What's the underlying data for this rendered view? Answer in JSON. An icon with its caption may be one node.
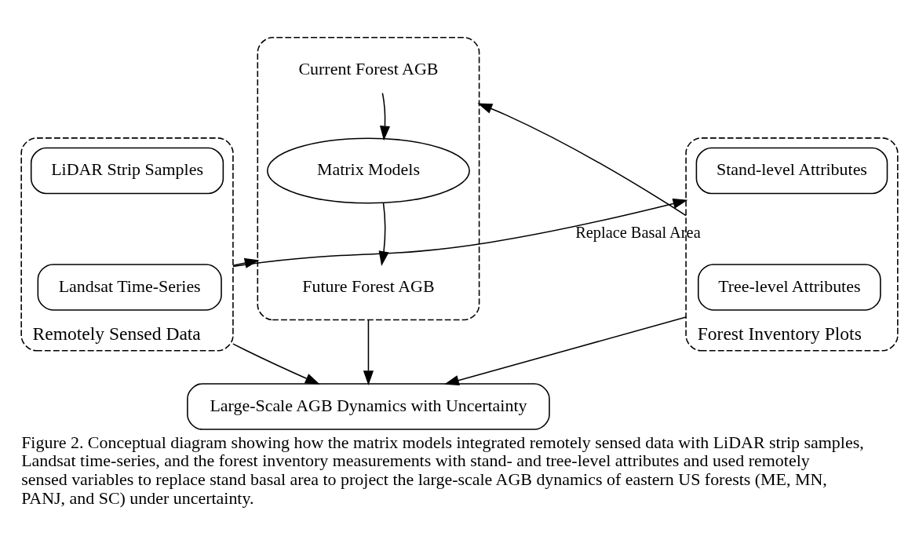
{
  "diagram": {
    "caption": "Figure 2. Conceptual diagram showing how the matrix models integrated remotely sensed data with LiDAR strip samples, Landsat time-series, and the forest inventory measurements with stand- and tree-level attributes and used remotely sensed variables to replace stand basal area to project the large-scale AGB dynamics of eastern US forests (ME, MN, PANJ, and SC) under uncertainty.",
    "nodes": [
      {
        "text": [
          "Remotely Sensed Data"
        ]
      },
      {
        "text": [
          "LiDAR Strip Samples"
        ],
        "in": 0
      },
      {
        "text": [
          "Landsat Time-Series"
        ],
        "in": 0
      },
      {
        "text": [],
        "shape": "box"
      },
      {
        "text": [
          "Current Forest AGB"
        ],
        "in": 3
      },
      {
        "text": [
          "Matrix Models"
        ],
        "in": 3
      },
      {
        "text": [
          "Future Forest AGB"
        ],
        "in": 3
      },
      {
        "text": [
          "Forest Inventory Plots"
        ]
      },
      {
        "text": [
          "Stand-level Attributes"
        ],
        "in": 7
      },
      {
        "text": [
          "Tree-level Attributes"
        ],
        "in": 7
      },
      {
        "text": [
          "Large-Scale AGB Dynamics with Uncertainty"
        ]
      }
    ],
    "edges": [
      {
        "from": 0,
        "to": 3,
        "arrow": "to"
      },
      {
        "from": 7,
        "to": 3,
        "arrow": "to"
      },
      {
        "from": 4,
        "to": 5,
        "arrow": "to"
      },
      {
        "from": 5,
        "to": 6,
        "arrow": "to"
      },
      {
        "from": 0,
        "to": 7,
        "arrow": "to",
        "label": "Replace Basal Area"
      },
      {
        "from": 0,
        "to": 10,
        "arrow": "to"
      },
      {
        "from": 3,
        "to": 10,
        "arrow": "to"
      },
      {
        "from": 7,
        "to": 10,
        "arrow": "to"
      }
    ]
  }
}
